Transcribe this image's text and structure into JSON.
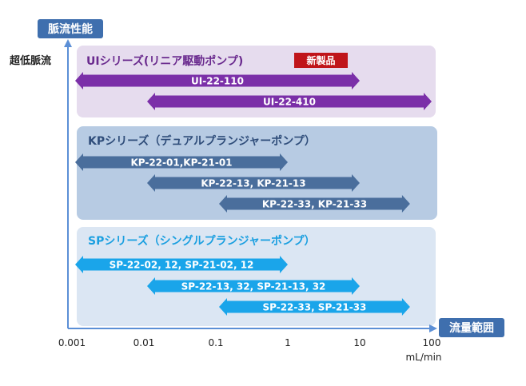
{
  "chart_data": {
    "type": "range-bar",
    "x_axis": {
      "scale": "log",
      "range": [
        0.001,
        100
      ],
      "ticks": [
        "0.001",
        "0.01",
        "0.1",
        "1",
        "10",
        "100"
      ],
      "label": "流量範囲",
      "unit": "mL/min"
    },
    "y_axis": {
      "label": "脈流性能",
      "top_annotation": "超低脈流"
    },
    "colors": {
      "axis": "#5b8fd6",
      "axis_label_bg": "#3f6fae",
      "ui_group_bg": "#e6dcee",
      "ui_bar": "#7b2fa8",
      "ui_title": "#6a2a8e",
      "kp_group_bg": "#b7cbe3",
      "kp_bar": "#4a6e9c",
      "kp_title": "#2f4d7a",
      "sp_group_bg": "#dbe6f3",
      "sp_bar": "#1aa5ea",
      "sp_title": "#1a9fe0",
      "badge": "#c0151a"
    },
    "groups": [
      {
        "title": "UIシリーズ(リニア駆動ポンプ)",
        "badge": "新製品",
        "bars": [
          {
            "label": "UI-22-110",
            "min": 0.001,
            "max": 10
          },
          {
            "label": "UI-22-410",
            "min": 0.01,
            "max": 100
          }
        ]
      },
      {
        "title": "KPシリーズ（デュアルプランジャーポンプ）",
        "bars": [
          {
            "label": "KP-22-01,KP-21-01",
            "min": 0.001,
            "max": 1
          },
          {
            "label": "KP-22-13, KP-21-13",
            "min": 0.01,
            "max": 10
          },
          {
            "label": "KP-22-33, KP-21-33",
            "min": 0.1,
            "max": 50
          }
        ]
      },
      {
        "title": "SPシリーズ（シングルプランジャーポンプ）",
        "bars": [
          {
            "label": "SP-22-02, 12, SP-21-02, 12",
            "min": 0.001,
            "max": 1
          },
          {
            "label": "SP-22-13, 32, SP-21-13, 32",
            "min": 0.01,
            "max": 10
          },
          {
            "label": "SP-22-33, SP-21-33",
            "min": 0.1,
            "max": 50
          }
        ]
      }
    ]
  }
}
